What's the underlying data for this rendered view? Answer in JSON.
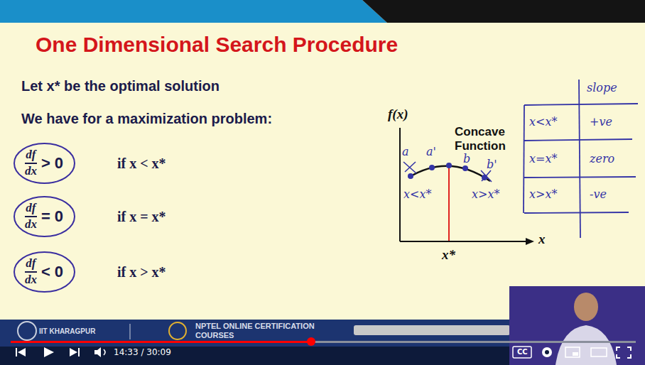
{
  "diagram": {
    "title": "One Dimensional Search Procedure",
    "nodes": [
      {
        "text": [
          "df",
          "dx",
          "> 0"
        ]
      },
      {
        "text": [
          "df",
          "dx",
          "= 0"
        ]
      },
      {
        "text": [
          "df",
          "dx",
          "< 0"
        ]
      }
    ],
    "labels": [
      "Let x* be the optimal solution",
      "We have for a maximization problem:",
      "if x < x*",
      "if x = x*",
      "if x > x*",
      "f(x)",
      "Concave Function",
      "a",
      "a'",
      "b",
      "b'",
      "x<x*",
      "x>x*",
      "x",
      "x*",
      "slope",
      "x<x*",
      "+ve",
      "x=x*",
      "zero",
      "x>x*",
      "-ve",
      "IIT KHARAGPUR",
      "NPTEL ONLINE CERTIFICATION COURSES",
      "14:33 / 30:09",
      "CC"
    ]
  }
}
